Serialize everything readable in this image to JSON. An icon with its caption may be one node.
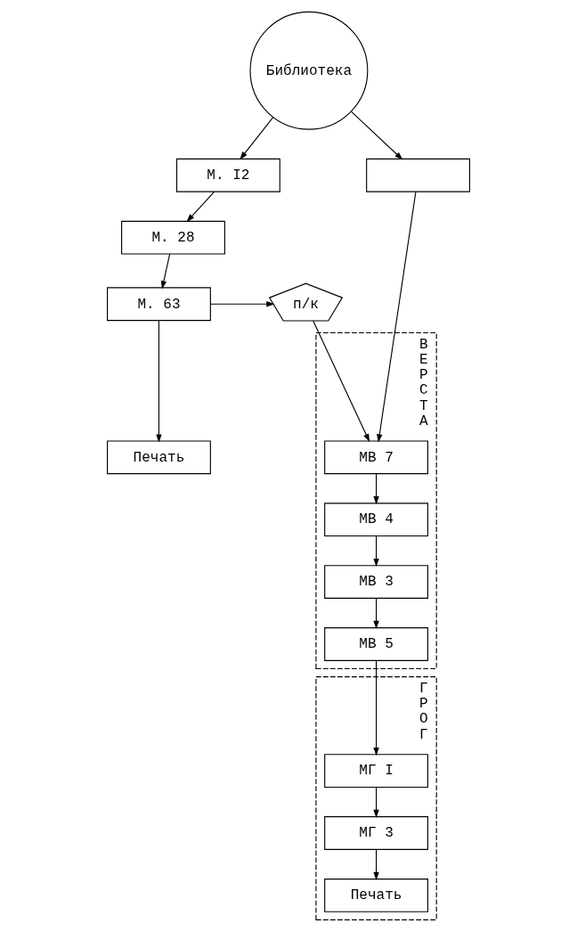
{
  "diagram": {
    "nodes": [
      {
        "text": [
          "Библиотека"
        ]
      },
      {
        "text": [
          "М. I2"
        ]
      },
      {
        "text": [
          "М. 28"
        ]
      },
      {
        "text": [
          "М. 63"
        ]
      },
      {
        "text": [
          "Печать"
        ]
      },
      {
        "text": [
          "п/к"
        ]
      },
      {
        "text": [],
        "shape": "box"
      },
      {
        "text": [
          "ВЕРСТА"
        ]
      },
      {
        "text": [
          "МВ 7"
        ],
        "in": 7
      },
      {
        "text": [
          "МВ 4"
        ],
        "in": 7
      },
      {
        "text": [
          "МВ 3"
        ],
        "in": 7
      },
      {
        "text": [
          "МВ 5"
        ],
        "in": 7
      },
      {
        "text": [
          "ГРОГ"
        ]
      },
      {
        "text": [
          "МГ I"
        ],
        "in": 12
      },
      {
        "text": [
          "МГ 3"
        ],
        "in": 12
      },
      {
        "text": [
          "Печать"
        ],
        "in": 12
      }
    ],
    "edges": [
      {
        "from": 0,
        "to": 1,
        "arrow": "to"
      },
      {
        "from": 0,
        "to": 6,
        "arrow": "to"
      },
      {
        "from": 1,
        "to": 2,
        "arrow": "to"
      },
      {
        "from": 2,
        "to": 3,
        "arrow": "to"
      },
      {
        "from": 3,
        "to": 4,
        "arrow": "to"
      },
      {
        "from": 3,
        "to": 5,
        "arrow": "to"
      },
      {
        "from": 5,
        "to": 8,
        "arrow": "to"
      },
      {
        "from": 6,
        "to": 8,
        "arrow": "to"
      },
      {
        "from": 8,
        "to": 9,
        "arrow": "to"
      },
      {
        "from": 9,
        "to": 10,
        "arrow": "to"
      },
      {
        "from": 10,
        "to": 11,
        "arrow": "to"
      },
      {
        "from": 11,
        "to": 13,
        "arrow": "to"
      },
      {
        "from": 13,
        "to": 14,
        "arrow": "to"
      },
      {
        "from": 14,
        "to": 15,
        "arrow": "to"
      }
    ]
  }
}
